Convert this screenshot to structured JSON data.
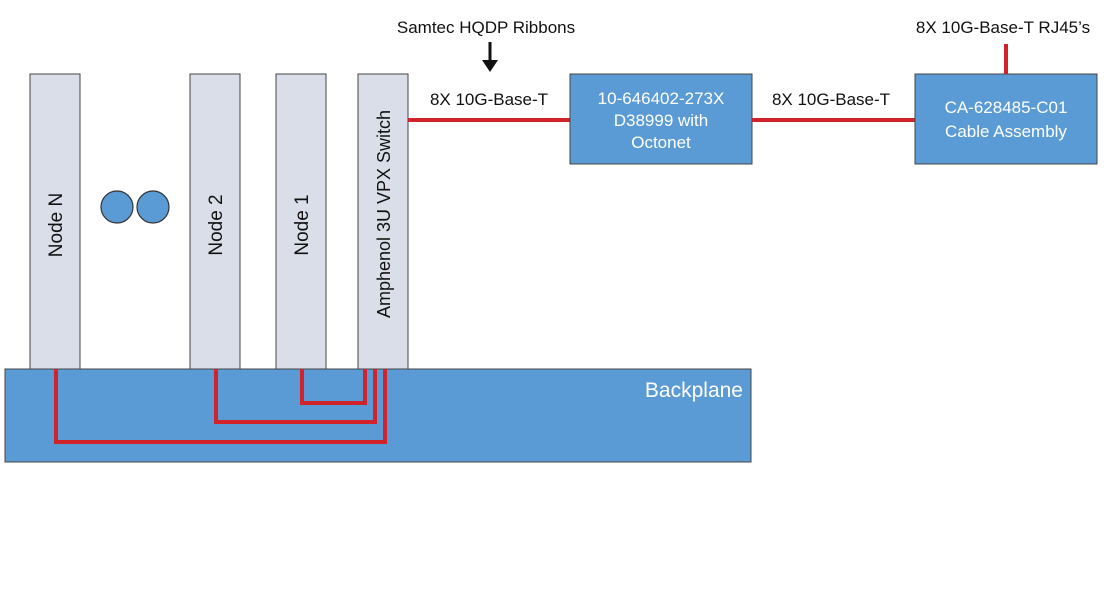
{
  "colors": {
    "card_fill": "#d9dee8",
    "block_fill": "#5b9bd5",
    "link_red": "#d1232a",
    "outline": "#444444",
    "white_text": "#ffffff",
    "dark_text": "#111111"
  },
  "cards": {
    "node_n": "Node N",
    "node_2": "Node 2",
    "node_1": "Node 1",
    "switch": "Amphenol 3U VPX Switch"
  },
  "backplane": {
    "label": "Backplane"
  },
  "ribbons_label": "Samtec HQDP Ribbons",
  "link_label_1": "8X 10G-Base-T",
  "link_label_2": "8X 10G-Base-T",
  "rj45_label": "8X 10G-Base-T RJ45’s",
  "octonet_box": {
    "line1": "10-646402-273X",
    "line2": "D38999 with",
    "line3": "Octonet"
  },
  "cable_box": {
    "line1": "CA-628485-C01",
    "line2": "Cable Assembly"
  }
}
